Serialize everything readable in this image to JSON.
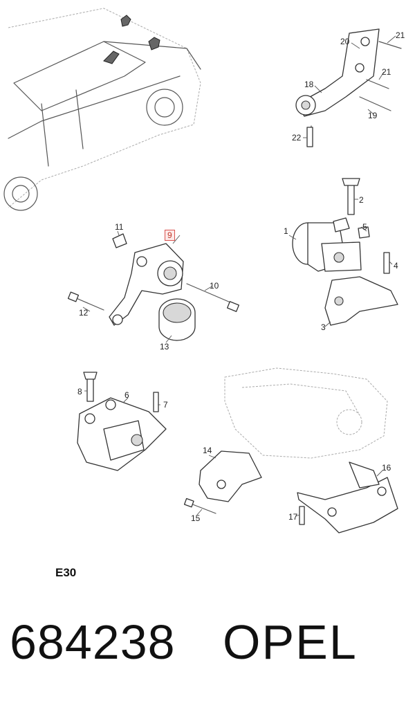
{
  "callouts": {
    "c1": "1",
    "c2": "2",
    "c3": "3",
    "c4": "4",
    "c5": "5",
    "c6": "6",
    "c7": "7",
    "c8": "8",
    "c9": "9",
    "c10": "10",
    "c11": "11",
    "c12": "12",
    "c13": "13",
    "c14": "14",
    "c15": "15",
    "c16": "16",
    "c17": "17",
    "c18": "18",
    "c19": "19",
    "c20": "20",
    "c21a": "21",
    "c21b": "21",
    "c22": "22"
  },
  "highlighted_callout": "9",
  "highlight_color": "#d9534f",
  "section_code": "E30",
  "part_number": "684238",
  "brand": "OPEL"
}
